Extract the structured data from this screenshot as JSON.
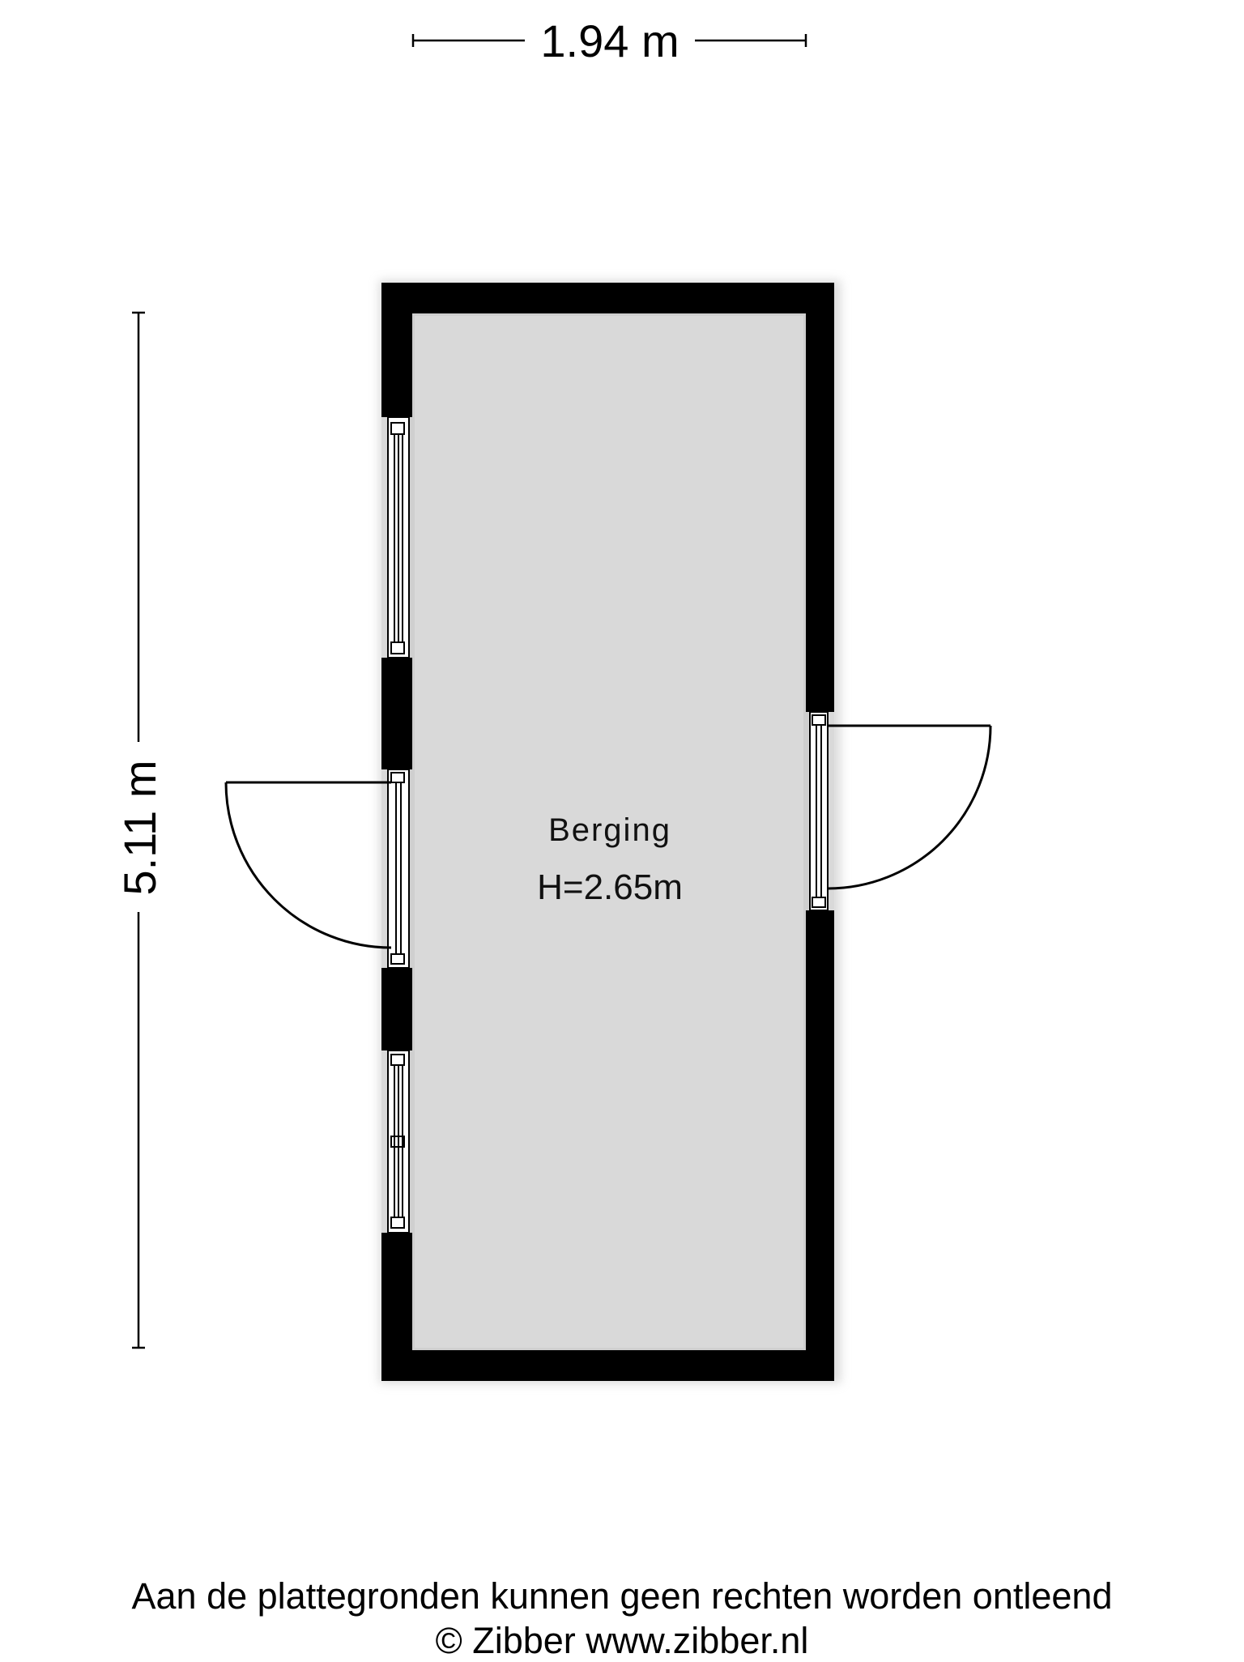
{
  "dimensions": {
    "width": "1.94 m",
    "length": "5.11 m"
  },
  "room": {
    "name": "Berging",
    "height": "H=2.65m"
  },
  "footer": {
    "disclaimer": "Aan de plattegronden kunnen geen rechten worden ontleend",
    "copyright": "© Zibber www.zibber.nl"
  },
  "colors": {
    "wall": "#000000",
    "floor": "#d9d9d9",
    "background": "#ffffff"
  }
}
